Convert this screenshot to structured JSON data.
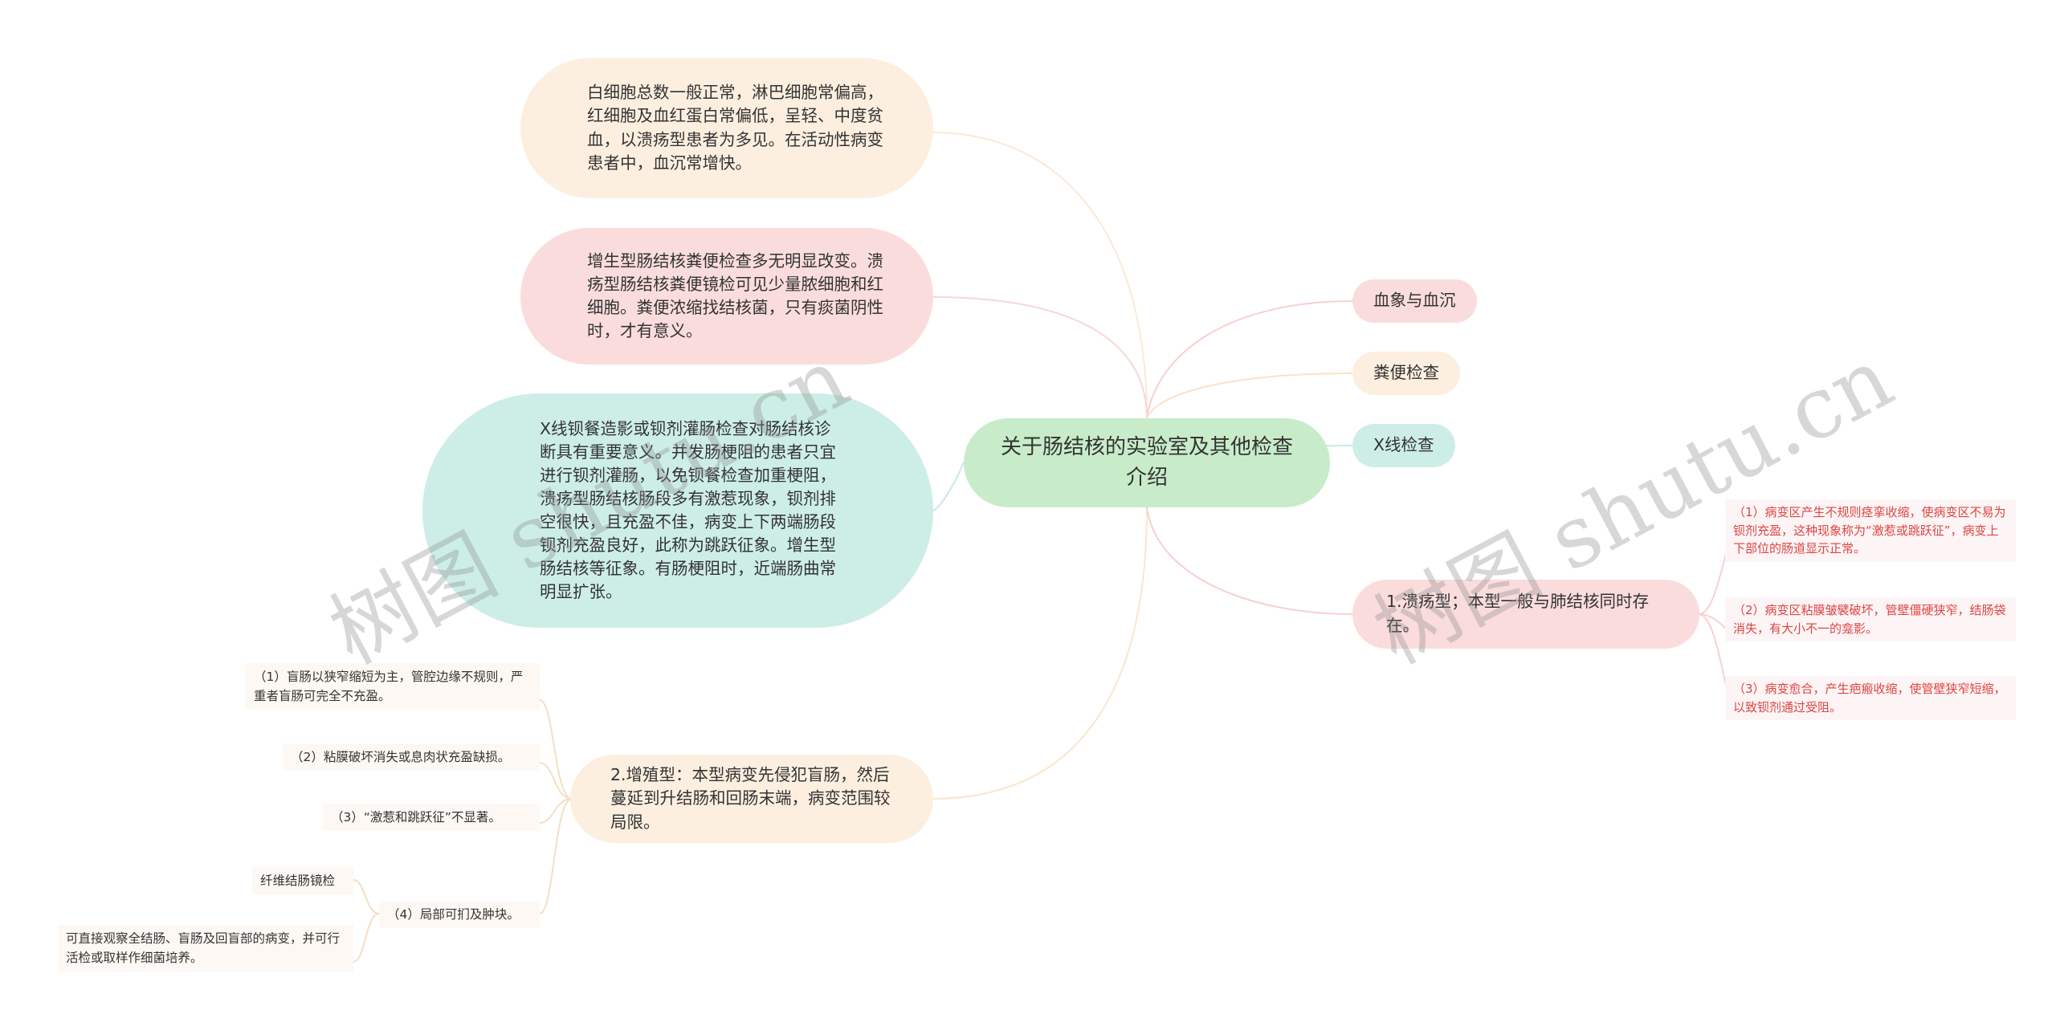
{
  "center": {
    "title": "关于肠结核的实验室及其他检查介绍"
  },
  "left": {
    "blood_text": "白细胞总数一般正常，淋巴细胞常偏高，红细胞及血红蛋白常偏低，呈轻、中度贫血，以溃疡型患者为多见。在活动性病变患者中，血沉常增快。",
    "stool_text": "增生型肠结核粪便检查多无明显改变。溃疡型肠结核粪便镜检可见少量脓细胞和红细胞。粪便浓缩找结核菌，只有痰菌阴性时，才有意义。",
    "xray_text": "X线钡餐造影或钡剂灌肠检查对肠结核诊断具有重要意义。并发肠梗阻的患者只宜进行钡剂灌肠，以免钡餐检查加重梗阻，溃疡型肠结核肠段多有激惹现象，钡剂排空很快，且充盈不佳，病变上下两端肠段钡剂充盈良好，此称为跳跃征象。增生型肠结核等征象。有肠梗阻时，近端肠曲常明显扩张。",
    "hyper_text": "2.增殖型：本型病变先侵犯盲肠，然后蔓延到升结肠和回肠末端，病变范围较局限。"
  },
  "hyper_details": [
    "（1）盲肠以狭窄缩短为主，管腔边缘不规则，严重者盲肠可完全不充盈。",
    "（2）粘膜破坏消失或息肉状充盈缺损。",
    "（3）“激惹和跳跃征”不显著。",
    "（4）局部可扪及肿块。"
  ],
  "endoscopy": {
    "title": "纤维结肠镜检",
    "text": "可直接观察全结肠、盲肠及回盲部的病变，并可行活检或取样作细菌培养。"
  },
  "right": {
    "blood_label": "血象与血沉",
    "stool_label": "粪便检查",
    "xray_label": "X线检查",
    "ulcer_label": "1.溃疡型；本型一般与肺结核同时存在。"
  },
  "ulcer_details": [
    "（1）病变区产生不规则痉挛收缩，使病变区不易为钡剂充盈，这种现象称为“激惹或跳跃征”，病变上下部位的肠道显示正常。",
    "（2）病变区粘膜皱襞破坏，管壁僵硬狭窄，结肠袋消失，有大小不一的龛影。",
    "（3）病变愈合，产生疤瘢收缩，使管壁狭窄短缩，以致钡剂通过受阻。"
  ],
  "watermark": {
    "text": "树图 shutu.cn"
  },
  "colors": {
    "center": "#c8ecc9",
    "peach": "#fdefe0",
    "pink": "#fbdcdc",
    "teal": "#cdeee6",
    "leaf_red": "#dd4444"
  }
}
